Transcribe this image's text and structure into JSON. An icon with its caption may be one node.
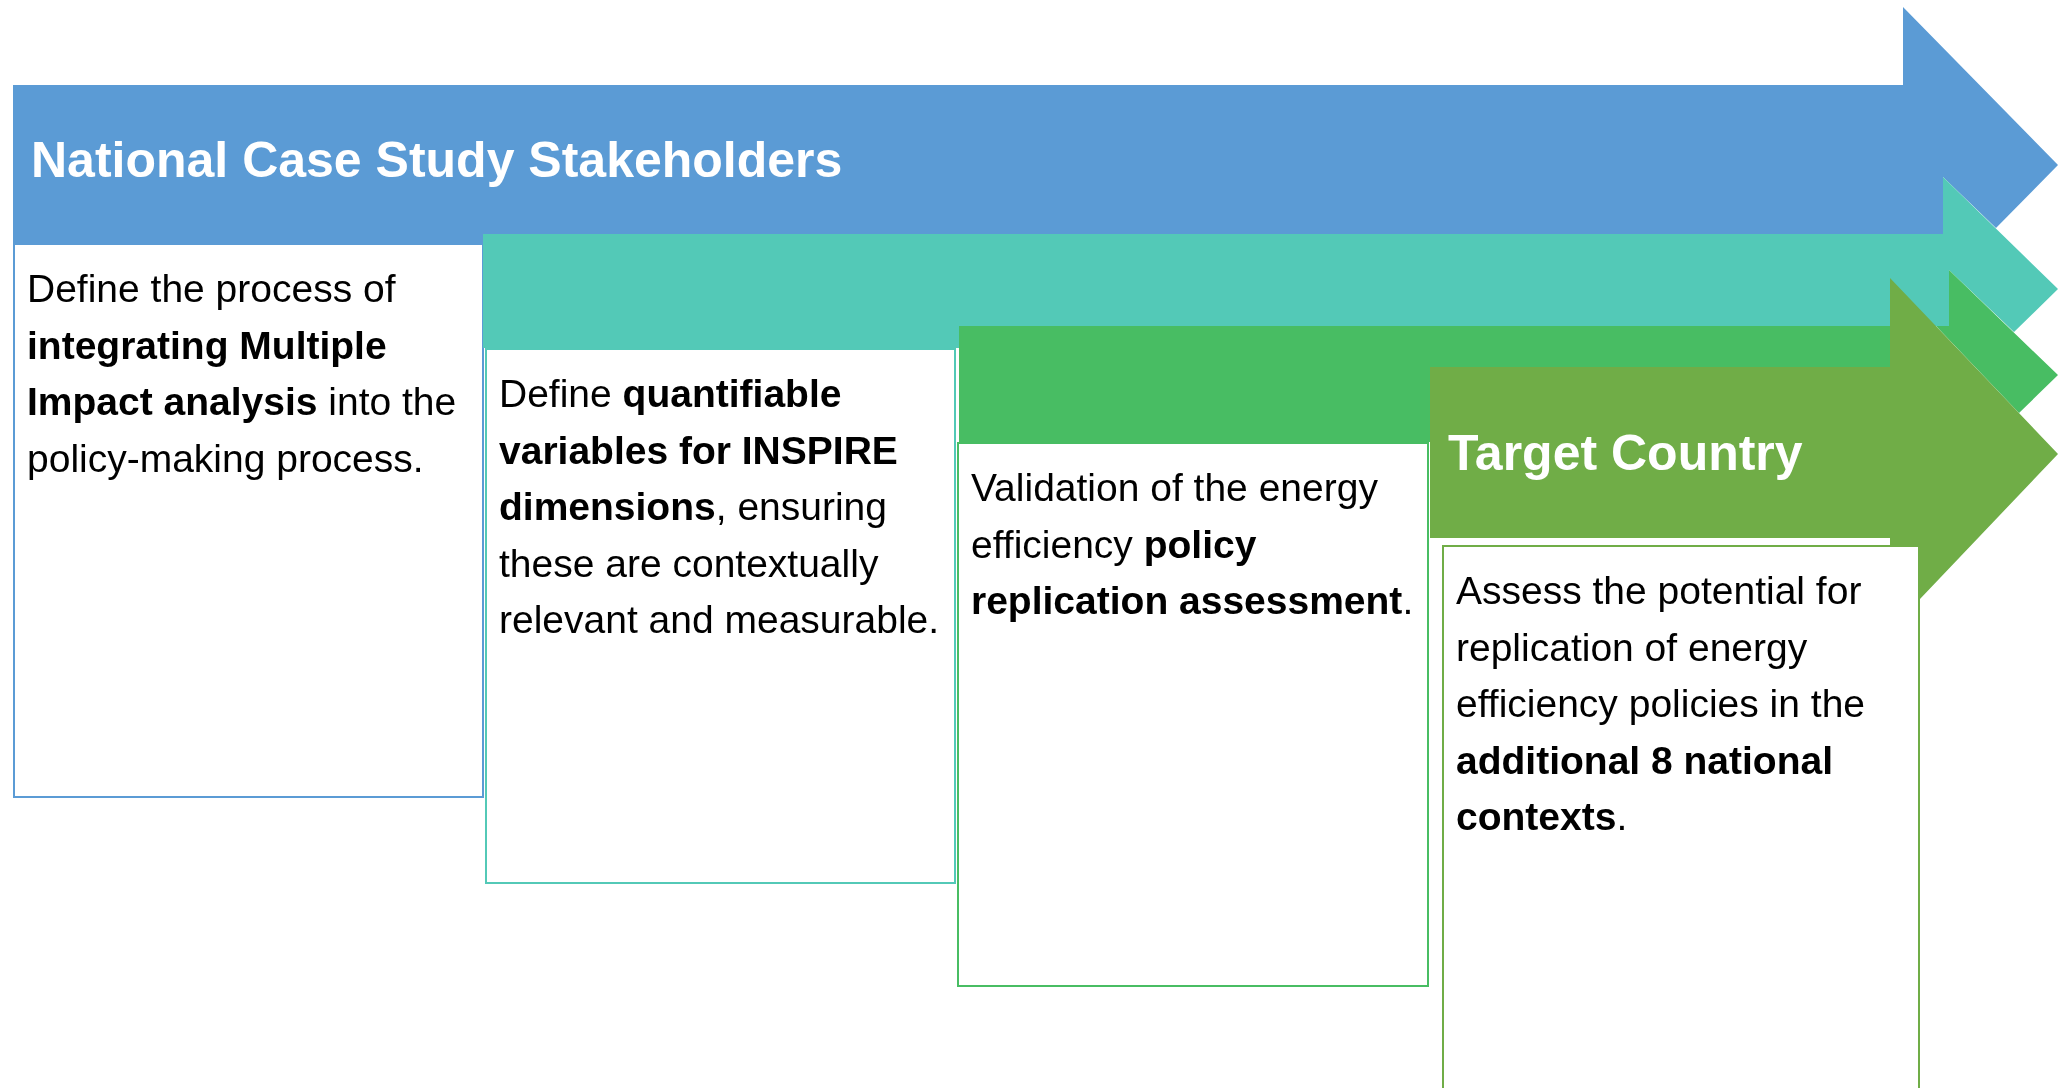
{
  "diagram": {
    "nodes": [
      {
        "text": [
          "National Case Study Stakeholders"
        ]
      },
      {
        "text": [
          "Define the process of **integrating Multiple Impact analysis** into the policy-making process."
        ]
      },
      {
        "text": [],
        "shape": "arrow"
      },
      {
        "text": [
          "Define **quantifiable variables for INSPIRE dimensions**, ensuring these are contextually relevant and measurable."
        ]
      },
      {
        "text": [],
        "shape": "arrow"
      },
      {
        "text": [
          "Validation of the energy efficiency **policy replication assessment**."
        ]
      },
      {
        "text": [
          "Target Country"
        ]
      },
      {
        "text": [
          "Assess the potential for replication of energy efficiency policies in the **additional 8 national contexts**."
        ]
      }
    ]
  }
}
